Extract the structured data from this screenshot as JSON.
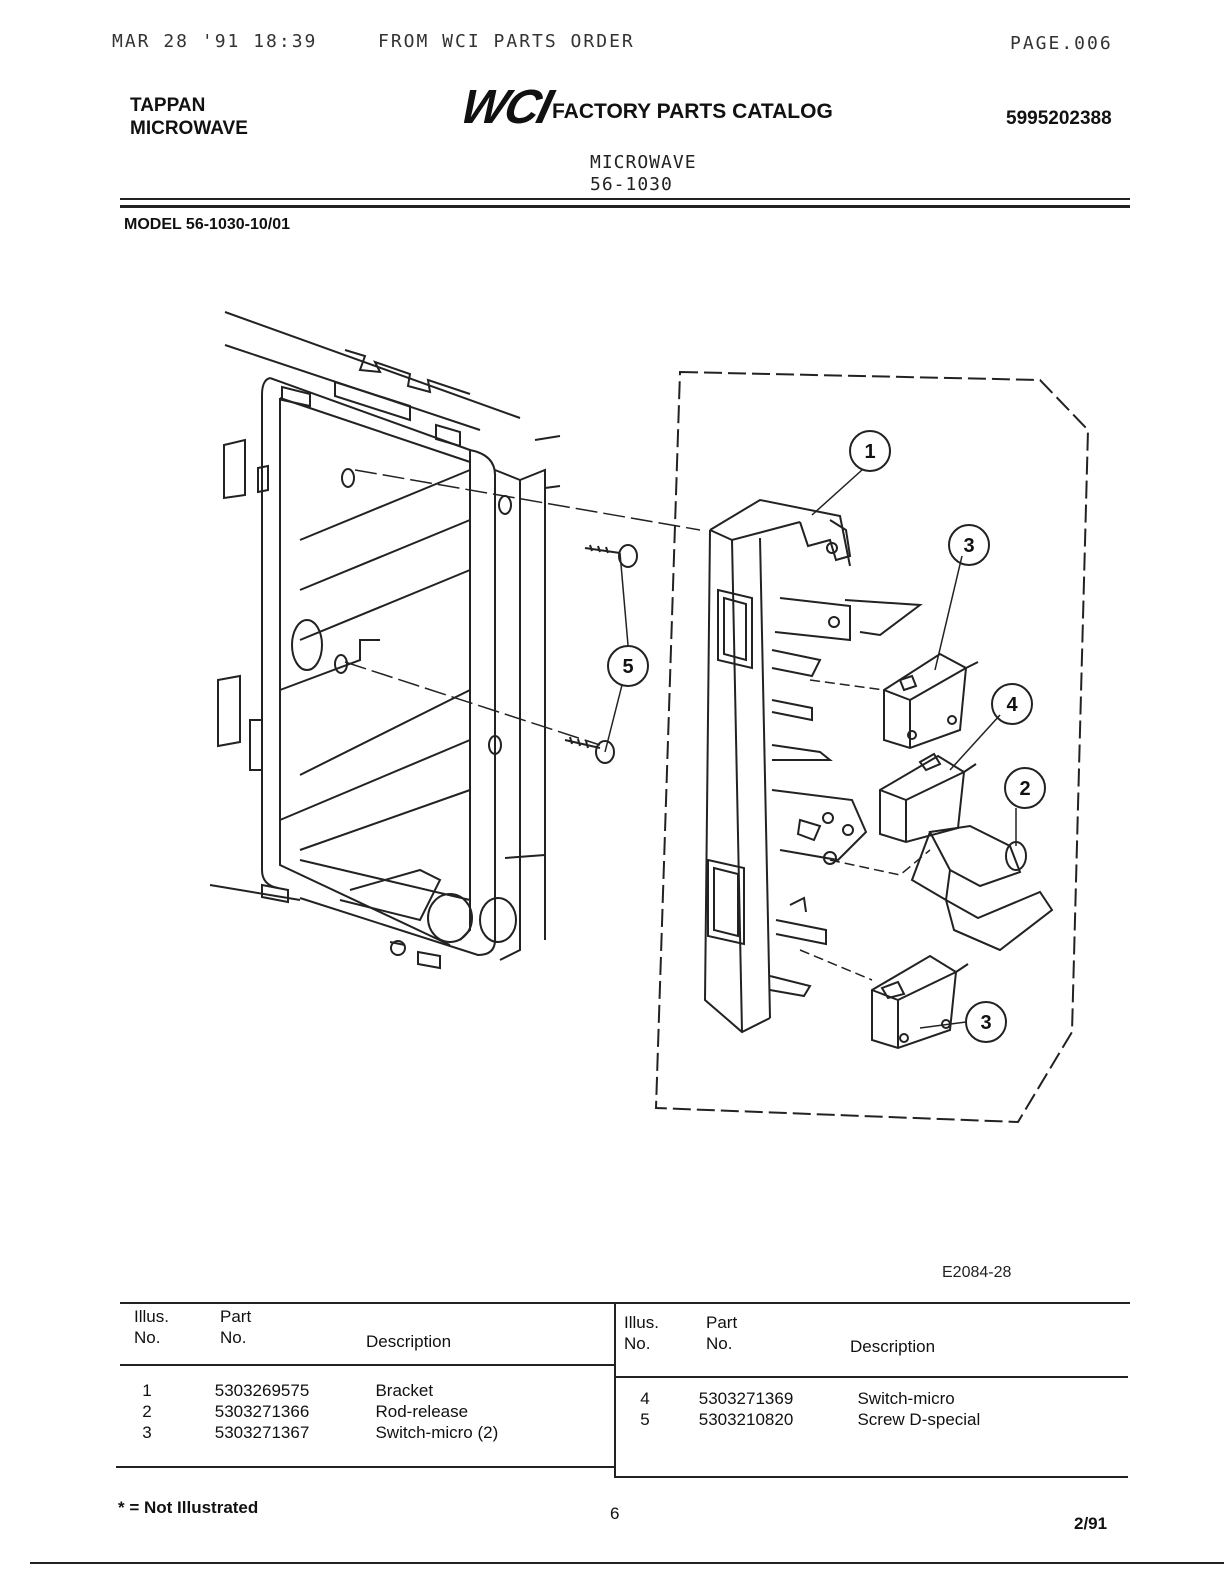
{
  "fax_header": {
    "timestamp": "MAR 28 '91 18:39",
    "from": "FROM WCI PARTS ORDER",
    "page": "PAGE.006"
  },
  "header": {
    "brand_line1": "TAPPAN",
    "brand_line2": "MICROWAVE",
    "logo_text": "WCI",
    "catalog_title": "FACTORY PARTS CATALOG",
    "catalog_number": "5995202388"
  },
  "section": {
    "name": "MICROWAVE",
    "code": "56-1030"
  },
  "model": "MODEL 56-1030-10/01",
  "diagram": {
    "callouts": [
      "1",
      "3",
      "5",
      "4",
      "2",
      "3"
    ],
    "reference": "E2084-28"
  },
  "parts_table": {
    "headers": {
      "illus_line1": "Illus.",
      "illus_line2": "No.",
      "part_line1": "Part",
      "part_line2": "No.",
      "description": "Description"
    },
    "left_rows": [
      {
        "illus": "1",
        "part": "5303269575",
        "desc": "Bracket"
      },
      {
        "illus": "2",
        "part": "5303271366",
        "desc": "Rod-release"
      },
      {
        "illus": "3",
        "part": "5303271367",
        "desc": "Switch-micro (2)"
      }
    ],
    "right_rows": [
      {
        "illus": "4",
        "part": "5303271369",
        "desc": "Switch-micro"
      },
      {
        "illus": "5",
        "part": "5303210820",
        "desc": "Screw D-special"
      }
    ]
  },
  "footer": {
    "note": "* = Not Illustrated",
    "page_number": "6",
    "date": "2/91"
  }
}
